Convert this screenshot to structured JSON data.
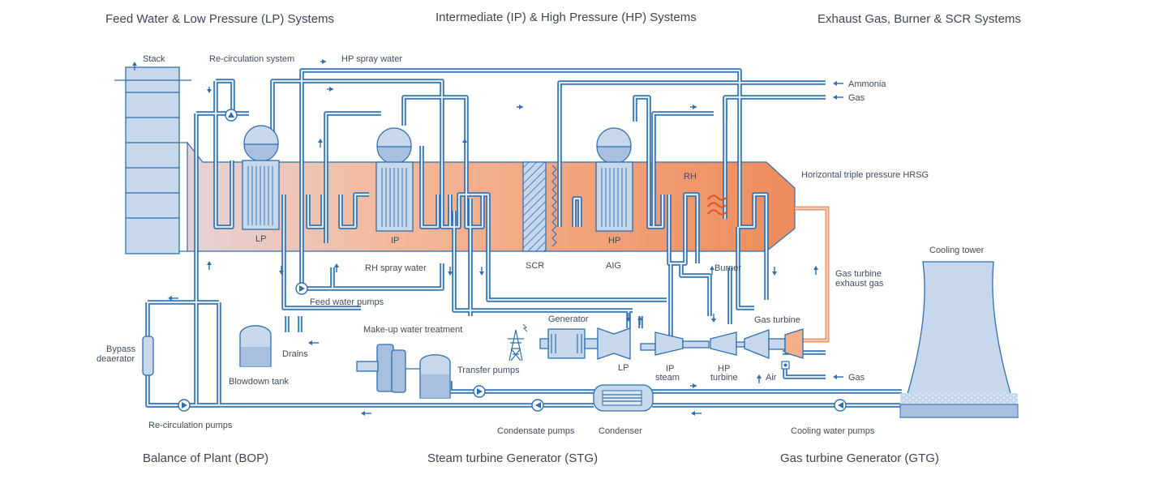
{
  "sections": {
    "top_left": "Feed Water & Low Pressure (LP) Systems",
    "top_center": "Intermediate (IP) & High Pressure (HP) Systems",
    "top_right": "Exhaust Gas, Burner & SCR Systems",
    "bottom_left": "Balance of Plant (BOP)",
    "bottom_center": "Steam turbine Generator (STG)",
    "bottom_right": "Gas turbine Generator (GTG)"
  },
  "labels": {
    "stack": "Stack",
    "recirculation_system": "Re-circulation system",
    "hp_spray_water": "HP spray water",
    "ammonia": "Ammonia",
    "gas_top": "Gas",
    "hrsg": "Horizontal triple pressure HRSG",
    "rh": "RH",
    "lp": "LP",
    "ip": "IP",
    "hp": "HP",
    "scr": "SCR",
    "aig": "AIG",
    "rh_spray_water": "RH spray water",
    "burner": "Burner",
    "gt_exhaust_1": "Gas turbine",
    "gt_exhaust_2": "exhaust gas",
    "cooling_tower": "Cooling tower",
    "feed_water_pumps": "Feed water pumps",
    "bypass_1": "Bypass",
    "bypass_2": "deaerator",
    "drains": "Drains",
    "blowdown_tank": "Blowdown tank",
    "makeup_water": "Make-up water treatment",
    "transfer_pumps": "Transfer pumps",
    "generator": "Generator",
    "lp_turbine": "LP",
    "ip_steam_1": "IP",
    "ip_steam_2": "steam",
    "hp_turbine_1": "HP",
    "hp_turbine_2": "turbine",
    "gas_turbine": "Gas turbine",
    "air": "Air",
    "gas_bottom": "Gas",
    "recirculation_pumps": "Re-circulation pumps",
    "condensate_pumps": "Condensate pumps",
    "condenser": "Condenser",
    "cooling_water_pumps": "Cooling water pumps"
  },
  "colors": {
    "pipe": "#2f6fae",
    "pipe_inner": "#dce9f6",
    "equipment": "#c7d7ec",
    "hrsg_start": "#e6ccd0",
    "hrsg_end": "#ef8f5e",
    "exhaust_pipe": "#e9966a",
    "flame": "#e5512a"
  }
}
